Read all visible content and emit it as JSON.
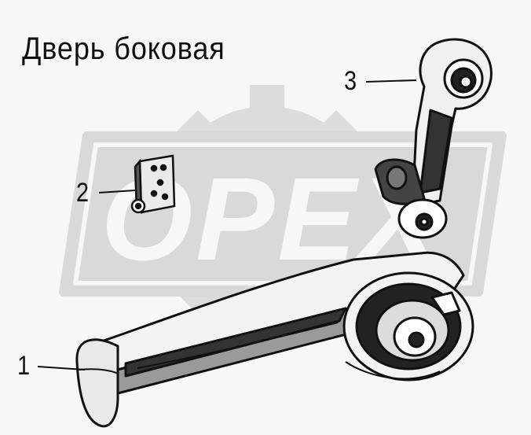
{
  "title": "Дверь боковая",
  "watermark": {
    "text": "OPEX",
    "color": "#d9d9d9"
  },
  "callouts": [
    {
      "label": "1",
      "part": "door-handle"
    },
    {
      "label": "2",
      "part": "bracket"
    },
    {
      "label": "3",
      "part": "window-crank-handle"
    }
  ],
  "colors": {
    "ink": "#111111",
    "paper": "#f7f7f7",
    "watermark": "#d9d9d9"
  }
}
